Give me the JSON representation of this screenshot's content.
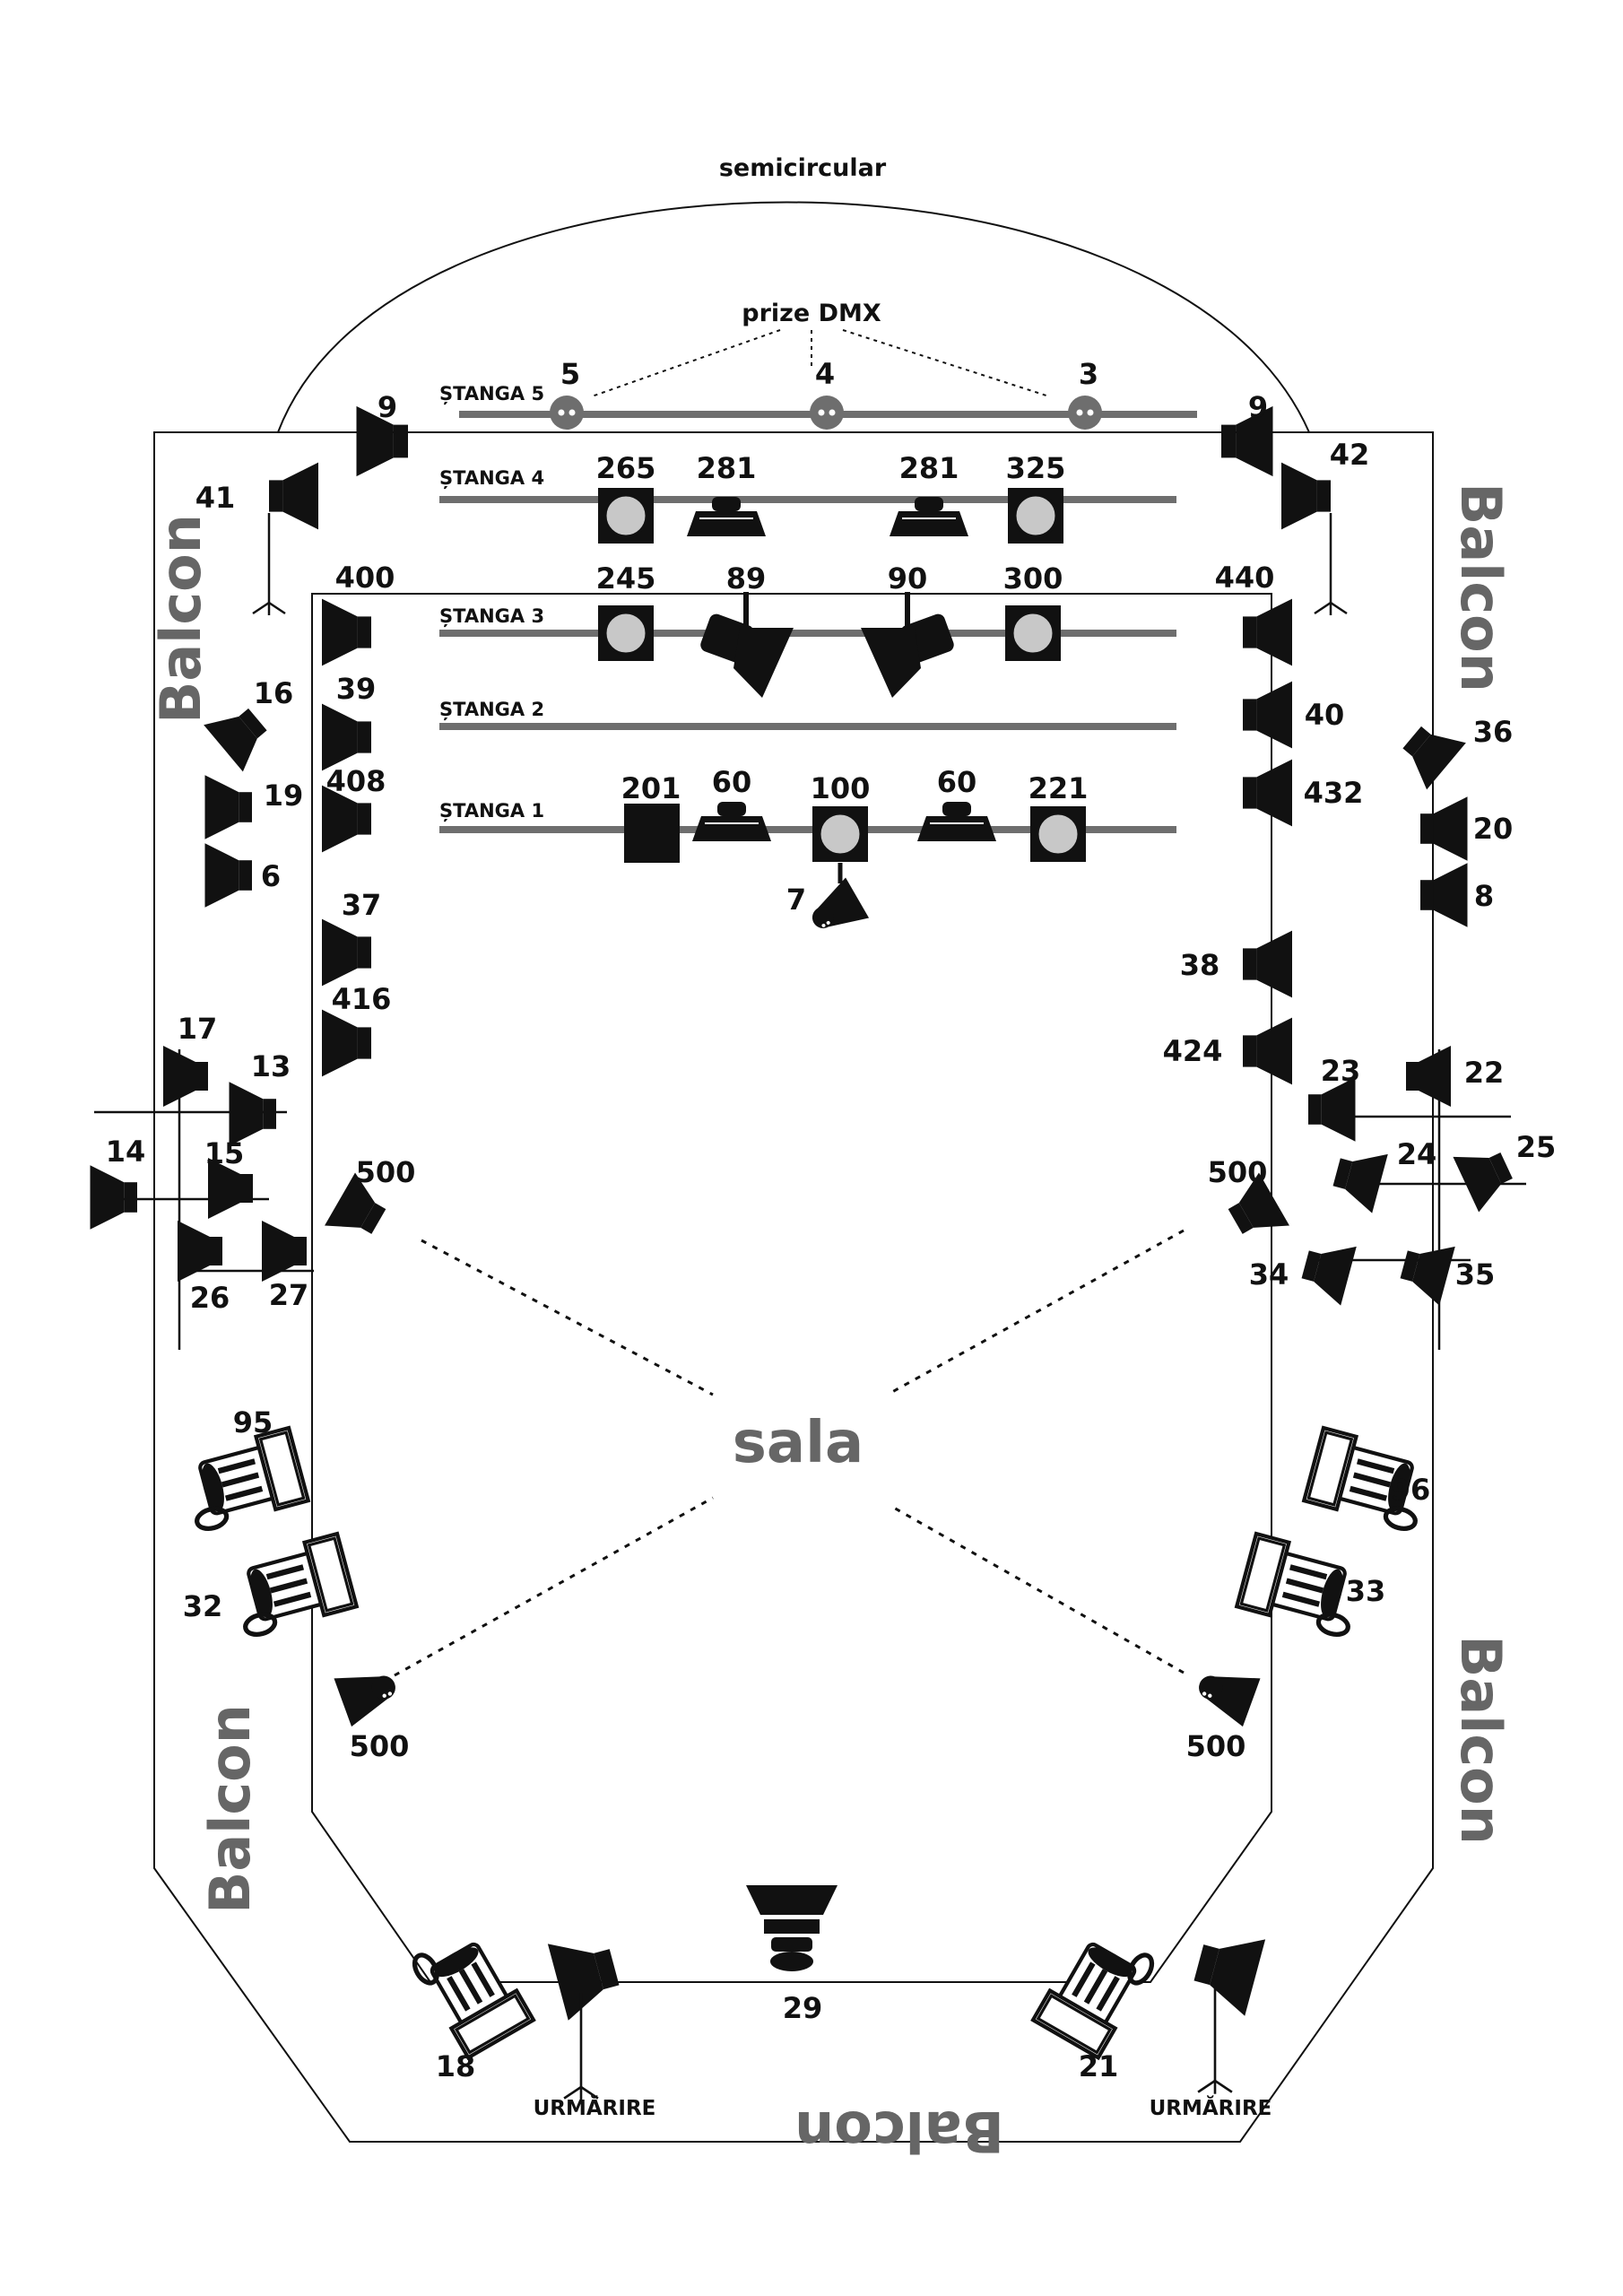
{
  "title": "semicircular",
  "dmx_label": "prize DMX",
  "hall_label": "sala",
  "balcony_label": "Balcon",
  "follow_label": "URMĂRIRE",
  "bars": {
    "bar5": "ȘTANGA 5",
    "bar4": "ȘTANGA 4",
    "bar3": "ȘTANGA 3",
    "bar2": "ȘTANGA 2",
    "bar1": "ȘTANGA 1"
  },
  "sockets": {
    "s5": "5",
    "s4": "4",
    "s3": "3"
  },
  "fixtures": {
    "f9_left": "9",
    "f9_right": "9",
    "f41": "41",
    "f42": "42",
    "f265": "265",
    "f281a": "281",
    "f281b": "281",
    "f325": "325",
    "f245": "245",
    "f89": "89",
    "f90": "90",
    "f300": "300",
    "f400": "400",
    "f440": "440",
    "f39": "39",
    "f40": "40",
    "f16": "16",
    "f36": "36",
    "f408": "408",
    "f432": "432",
    "f19": "19",
    "f20": "20",
    "f6": "6",
    "f8": "8",
    "f201": "201",
    "f60a": "60",
    "f100": "100",
    "f60b": "60",
    "f221": "221",
    "f7": "7",
    "f37": "37",
    "f38": "38",
    "f416": "416",
    "f424": "424",
    "f17": "17",
    "f13": "13",
    "f23": "23",
    "f22": "22",
    "f14": "14",
    "f15": "15",
    "f24": "24",
    "f25": "25",
    "f500_ul": "500",
    "f500_ur": "500",
    "f26": "26",
    "f27": "27",
    "f34": "34",
    "f35": "35",
    "f95": "95",
    "f96": "96",
    "f32": "32",
    "f33": "33",
    "f500_ll": "500",
    "f500_lr": "500",
    "f18": "18",
    "f29": "29",
    "f21": "21"
  },
  "colors": {
    "ink": "#111111",
    "bar": "#6e6e6e",
    "label_grey": "#666666",
    "lens": "#c8c8c8"
  }
}
